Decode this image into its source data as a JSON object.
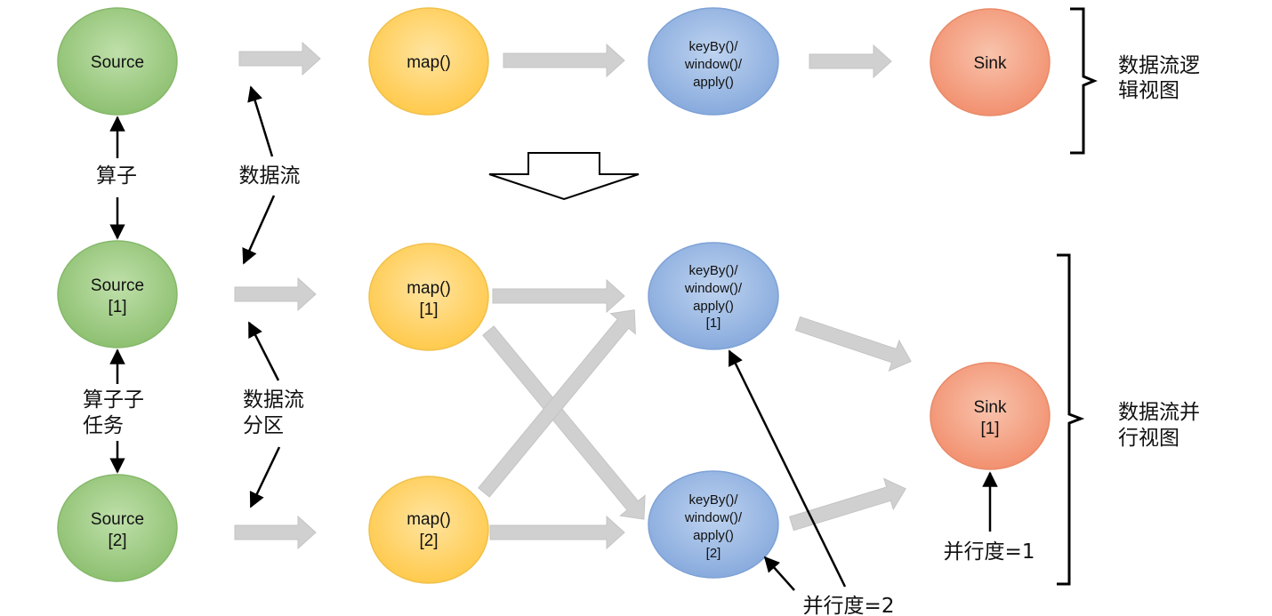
{
  "logical_view": {
    "nodes": {
      "source": "Source",
      "map": "map()",
      "keyby": [
        "keyBy()/",
        "window()/",
        "apply()"
      ],
      "sink": "Sink"
    },
    "bracket_label": [
      "数据流逻",
      "辑视图"
    ]
  },
  "parallel_view": {
    "nodes": {
      "source_1": [
        "Source",
        "[1]"
      ],
      "source_2": [
        "Source",
        "[2]"
      ],
      "map_1": [
        "map()",
        "[1]"
      ],
      "map_2": [
        "map()",
        "[2]"
      ],
      "keyby_1": [
        "keyBy()/",
        "window()/",
        "apply()",
        "[1]"
      ],
      "keyby_2": [
        "keyBy()/",
        "window()/",
        "apply()",
        "[2]"
      ],
      "sink_1": [
        "Sink",
        "[1]"
      ]
    },
    "bracket_label": [
      "数据流并",
      "行视图"
    ]
  },
  "annotations": {
    "operator": "算子",
    "dataflow": "数据流",
    "subtask": [
      "算子子",
      "任务"
    ],
    "partition": [
      "数据流",
      "分区"
    ],
    "parallelism_1": "并行度=1",
    "parallelism_2": "并行度=2"
  },
  "colors": {
    "source_fill": "#9fcb86",
    "map_fill": "#ffd572",
    "keyby_fill": "#9dbbe4",
    "sink_fill": "#f5a488",
    "flow_arrow": "#d0d0d0"
  }
}
